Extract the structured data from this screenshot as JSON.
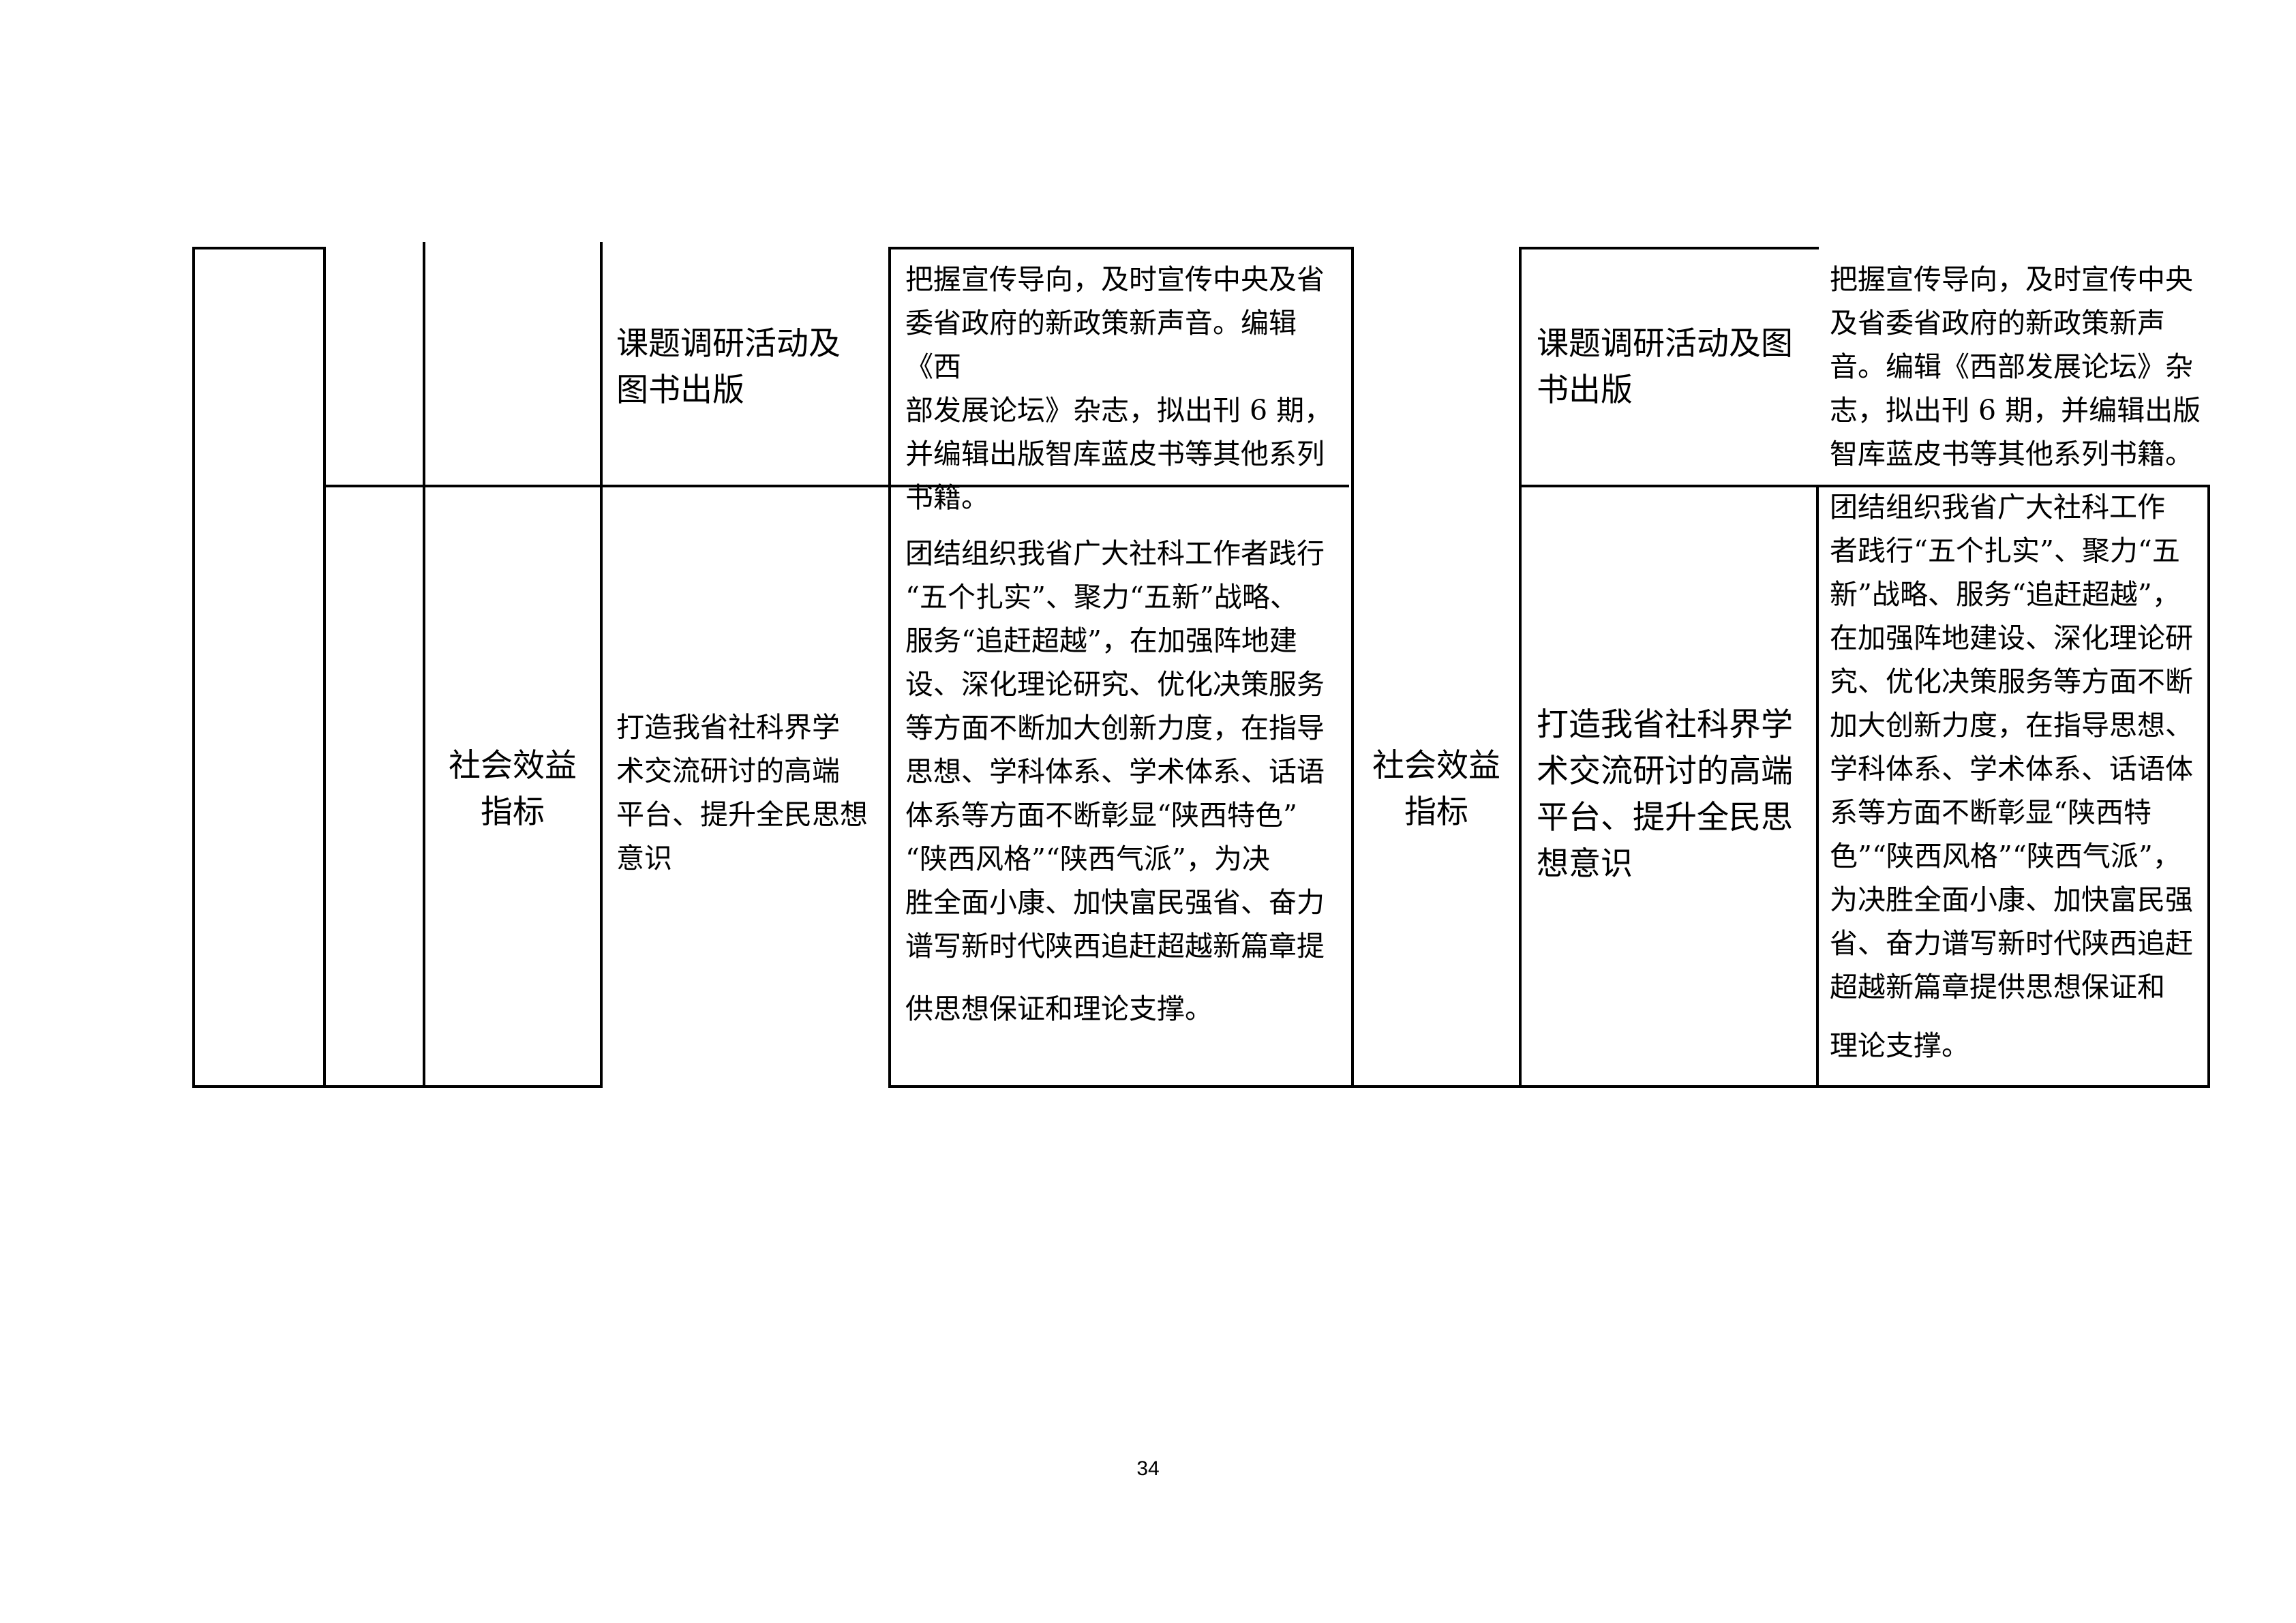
{
  "table": {
    "rows": [
      {
        "left": {
          "indicator": "",
          "target": "课题调研活动及\n图书出版",
          "content": "把握宣传导向，及时宣传中央及省\n委省政府的新政策新声音。编辑《西\n部发展论坛》杂志，拟出刊 6 期，\n并编辑出版智库蓝皮书等其他系列\n书籍。"
        },
        "right": {
          "indicator": "",
          "target": "课题调研活动及图\n书出版",
          "content": "把握宣传导向，及时宣传中央\n及省委省政府的新政策新声\n音。编辑《西部发展论坛》杂\n志，拟出刊 6 期，并编辑出版\n智库蓝皮书等其他系列书籍。"
        }
      },
      {
        "left": {
          "indicator": "社会效益\n指标",
          "target": "打造我省社科界学\n术交流研讨的高端\n平台、提升全民思想\n意识",
          "content": "团结组织我省广大社科工作者践行\n“五个扎实”、聚力“五新”战略、\n服务“追赶超越”，在加强阵地建\n设、深化理论研究、优化决策服务\n等方面不断加大创新力度，在指导\n思想、学科体系、学术体系、话语\n体系等方面不断彰显“陕西特色”\n“陕西风格”“陕西气派”，为决\n胜全面小康、加快富民强省、奋力\n谱写新时代陕西追赶超越新篇章提",
          "content_tail": "供思想保证和理论支撑。"
        },
        "right": {
          "indicator": "社会效益\n指标",
          "target": "打造我省社科界学\n术交流研讨的高端\n平台、提升全民思\n想意识",
          "content": "团结组织我省广大社科工作\n者践行“五个扎实”、聚力“五\n新”战略、服务“追赶超越”，\n在加强阵地建设、深化理论研\n究、优化决策服务等方面不断\n加大创新力度，在指导思想、\n学科体系、学术体系、话语体\n系等方面不断彰显“陕西特\n色”“陕西风格”“陕西气派”，\n为决胜全面小康、加快富民强\n省、奋力谱写新时代陕西追赶\n超越新篇章提供思想保证和",
          "content_tail": "理论支撑。"
        }
      }
    ]
  },
  "footer": {
    "page_number": "34"
  }
}
